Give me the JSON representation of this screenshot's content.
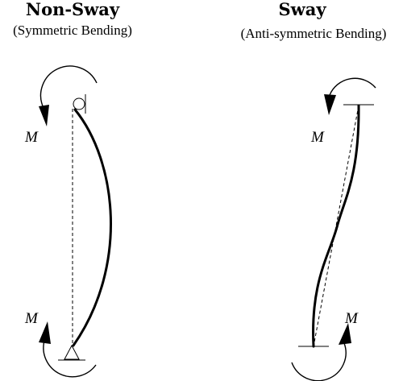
{
  "left_panel": {
    "title": "Non-Sway",
    "subtitle": "(Symmetric Bending)",
    "top_moment_label": "M",
    "bottom_moment_label": "M"
  },
  "right_panel": {
    "title": "Sway",
    "subtitle": "(Anti-symmetric Bending)",
    "top_moment_label": "M",
    "bottom_moment_label": "M"
  }
}
